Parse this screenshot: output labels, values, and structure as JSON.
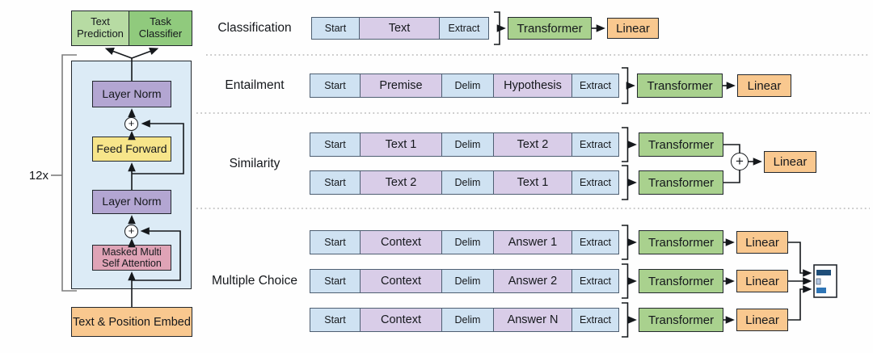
{
  "left_diagram": {
    "output_heads": [
      {
        "label": "Text Prediction"
      },
      {
        "label": "Task Classifier"
      }
    ],
    "repeat_label": "12x",
    "layer_norm_top": "Layer Norm",
    "feed_forward": "Feed Forward",
    "layer_norm_bottom": "Layer Norm",
    "masked_attention": "Masked Multi Self Attention",
    "embedding": "Text & Position Embed",
    "residual_add_symbol": "+"
  },
  "tasks": [
    {
      "label": "Classification",
      "rows": [
        {
          "tokens": [
            "Start",
            "Text",
            "Extract"
          ],
          "transformer": "Transformer",
          "linear": "Linear"
        }
      ]
    },
    {
      "label": "Entailment",
      "rows": [
        {
          "tokens": [
            "Start",
            "Premise",
            "Delim",
            "Hypothesis",
            "Extract"
          ],
          "transformer": "Transformer",
          "linear": "Linear"
        }
      ]
    },
    {
      "label": "Similarity",
      "rows": [
        {
          "tokens": [
            "Start",
            "Text 1",
            "Delim",
            "Text 2",
            "Extract"
          ],
          "transformer": "Transformer"
        },
        {
          "tokens": [
            "Start",
            "Text 2",
            "Delim",
            "Text 1",
            "Extract"
          ],
          "transformer": "Transformer"
        }
      ],
      "merge": {
        "symbol": "+",
        "linear": "Linear"
      }
    },
    {
      "label": "Multiple Choice",
      "rows": [
        {
          "tokens": [
            "Start",
            "Context",
            "Delim",
            "Answer 1",
            "Extract"
          ],
          "transformer": "Transformer",
          "linear": "Linear"
        },
        {
          "tokens": [
            "Start",
            "Context",
            "Delim",
            "Answer 2",
            "Extract"
          ],
          "transformer": "Transformer",
          "linear": "Linear"
        },
        {
          "tokens": [
            "Start",
            "Context",
            "Delim",
            "Answer N",
            "Extract"
          ],
          "transformer": "Transformer",
          "linear": "Linear"
        }
      ]
    }
  ],
  "colors": {
    "token_blue": "#cfe2f2",
    "token_purple": "#d9cde8",
    "transformer_green": "#a9d18e",
    "linear_orange": "#f9c88f",
    "head_green_light": "#b7dba3",
    "head_green": "#90ca7d",
    "container_blue": "#dcebf6",
    "layer_norm_purple": "#b3a6d2",
    "feed_forward_yellow": "#f7e58a",
    "attention_pink": "#dfa3b6",
    "embed_orange": "#f9c88f",
    "choice_bar_dark": "#1f4e79",
    "choice_bar_light": "#b6c9e4",
    "choice_bar_mid": "#2e75b6"
  }
}
